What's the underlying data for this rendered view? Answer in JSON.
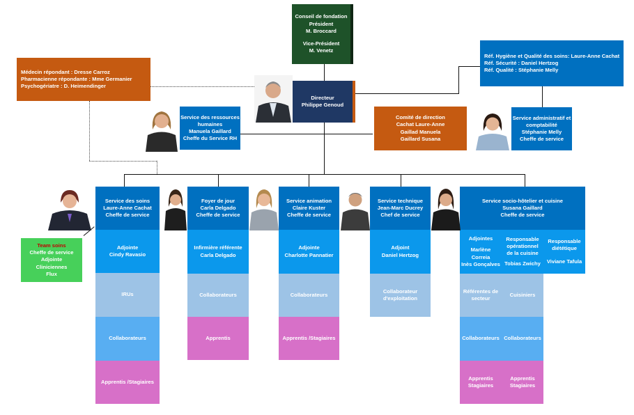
{
  "colors": {
    "board": "#1e5229",
    "director": "#1f3864",
    "orange": "#c55a11",
    "service": "#0070c0",
    "level2": "#0b98ec",
    "level3": "#9dc3e6",
    "apprentices": "#d770c8",
    "team": "#47d05a"
  },
  "board": {
    "lines": [
      "Conseil de fondation",
      "Président",
      "M. Broccard",
      "",
      "Vice-Président",
      "M. Venetz"
    ]
  },
  "medical": {
    "lines": [
      "Médecin répondant : Dresse Carroz",
      "Pharmacienne répondante : Mme Germanier",
      "Psychogériatre : D. Heimendinger"
    ]
  },
  "quality": {
    "lines": [
      "Réf. Hygiène et Qualité des soins: Laure-Anne Cachat",
      "Réf. Sécurité : Daniel Hertzog",
      "Réf. Qualité : Stéphanie Melly"
    ]
  },
  "director": {
    "lines": [
      "Directeur",
      "Philippe Genoud"
    ]
  },
  "hr": {
    "lines": [
      "Service des ressources humaines",
      "Manuela Gaillard",
      "Cheffe du Service RH"
    ]
  },
  "committee": {
    "lines": [
      "Comité de direction",
      "Cachat Laure-Anne",
      "Gaillad Manuela",
      "Gaillard Susana"
    ]
  },
  "admin": {
    "lines": [
      "Service administratif et comptabilité",
      "Stéphanie Melly",
      "Cheffe de service"
    ]
  },
  "team": {
    "title": "Team soins",
    "lines": [
      "Cheffe de service",
      "Adjointe",
      "Cliniciennes",
      "Flux"
    ]
  },
  "care": {
    "head": [
      "Service des soins",
      "Laure-Anne Cachat",
      "Cheffe de service"
    ],
    "l2": [
      "Adjointe",
      "Cindy Ravasio"
    ],
    "l3": "IRUs",
    "l4": "Collaborateurs",
    "l5": "Apprentis /Stagiaires"
  },
  "day": {
    "head": [
      "Foyer de jour",
      "Carla Delgado",
      "Cheffe de service"
    ],
    "l2": [
      "Infirmière référente",
      "Carla Delgado"
    ],
    "l3": "Collaborateurs",
    "l4": "Apprentis"
  },
  "anim": {
    "head": [
      "Service animation",
      "Claire Kuster",
      "Cheffe de service"
    ],
    "l2": [
      "Adjointe",
      "Charlotte Pannatier"
    ],
    "l3": "Collaborateurs",
    "l4": "Apprentis /Stagiaires"
  },
  "tech": {
    "head": [
      "Service technique",
      "Jean-Marc Ducrey",
      "Chef de service"
    ],
    "l2": [
      "Adjoint",
      "Daniel Hertzog"
    ],
    "l3": [
      "Collaborateur",
      "d'exploitation"
    ]
  },
  "hotel": {
    "head": [
      "Service socio-hôtelier et cuisine",
      "Susana Gaillard",
      "Cheffe de service"
    ],
    "deputies": [
      "Adjointes",
      "",
      "Marlène",
      "Correia",
      "Inès Gonçalves"
    ],
    "kitchen_lead": [
      "Responsable",
      "opérationnel",
      "de la cuisine",
      "",
      "Tobias Zwichy"
    ],
    "diet_lead": [
      "Responsable",
      "diététique",
      "",
      "Viviane Tafula"
    ],
    "sector_refs": [
      "Référentes de",
      "secteur"
    ],
    "cooks": "Cuisiniers",
    "collab_a": "Collaborateurs",
    "collab_b": "Collaborateurs",
    "appr_a": [
      "Apprentis",
      "Stagiaires"
    ],
    "appr_b": [
      "Apprentis",
      "Stagiaires"
    ]
  }
}
